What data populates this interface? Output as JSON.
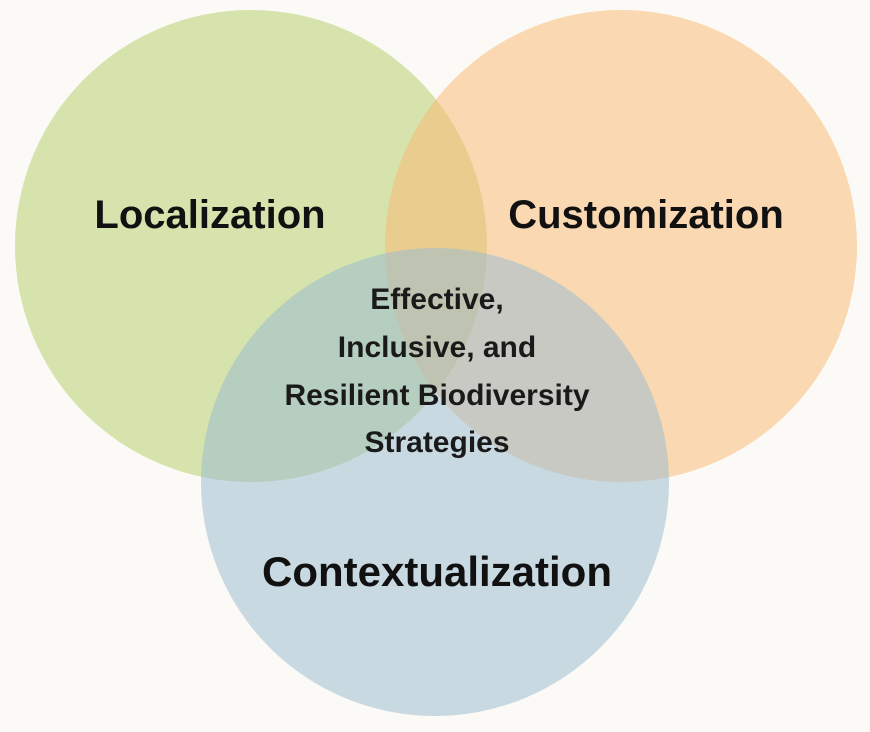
{
  "diagram": {
    "type": "venn",
    "sets": [
      {
        "label": "Localization",
        "color": "#b6cf6f"
      },
      {
        "label": "Customization",
        "color": "#f8bc78"
      },
      {
        "label": "Contextualization",
        "color": "#9cbdd0"
      }
    ],
    "center": {
      "lines": [
        "Effective,",
        "Inclusive, and",
        "Resilient Biodiversity",
        "Strategies"
      ]
    },
    "background": "#fcfaf6"
  }
}
